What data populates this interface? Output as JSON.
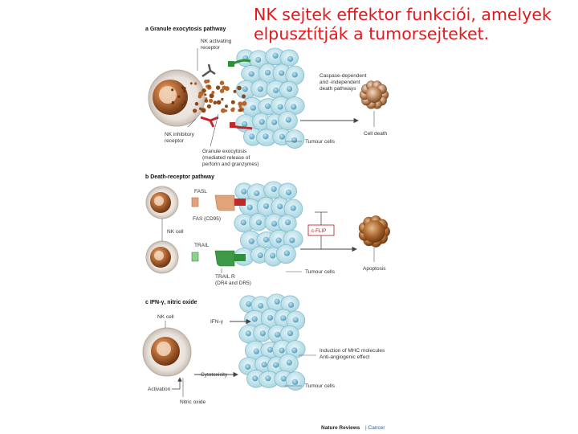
{
  "slide": {
    "title_line1": "NK sejtek effektor funkciói, amelyek",
    "title_line2": "elpusztítják a tumorsejteket."
  },
  "figure": {
    "panel_a": {
      "heading": "a  Granule exocytosis pathway",
      "activating_receptor_1": "NK activating",
      "activating_receptor_2": "receptor",
      "inhibitory_receptor_1": "NK inhibitory",
      "inhibitory_receptor_2": "receptor",
      "death_1": "Caspase-dependent",
      "death_2": "and -independent",
      "death_3": "death pathways",
      "granule_1": "Granule exocytosis",
      "granule_2": "(mediated release of",
      "granule_3": "perforin and granzymes)",
      "cell_death": "Cell death",
      "tumour_cells": "Tumour cells"
    },
    "panel_b": {
      "heading": "b  Death-receptor pathway",
      "fasl": "FASL",
      "fas": "FAS (CD95)",
      "nk_cell": "NK cell",
      "trail": "TRAIL",
      "cflip": "c-FLIP",
      "trail_r_1": "TRAIL R",
      "trail_r_2": "(DR4 and DR5)",
      "tumour_cells": "Tumour cells",
      "apoptosis": "Apoptosis"
    },
    "panel_c": {
      "heading": "c  IFN-γ, nitric oxide",
      "nk_cell": "NK cell",
      "ifn": "IFN-γ",
      "mhc_1": "Induction of MHC molecules",
      "mhc_2": "Anti-angiogenic effect",
      "cytotoxicity": "Cytotoxicity",
      "activation": "Activation",
      "nitric_oxide": "Nitric oxide",
      "tumour_cells": "Tumour cells"
    },
    "credit_journal": "Nature Reviews",
    "credit_section": "| Cancer"
  },
  "colors": {
    "title_red": "#e0191d",
    "nk_cell_brown": "#a0562a",
    "tumour_cyan": "#bfe3ec",
    "granule_brown": "#8a4a1c",
    "receptor_green": "#2f8f3a",
    "receptor_red": "#c0282a",
    "cflip_red": "#b01818"
  }
}
